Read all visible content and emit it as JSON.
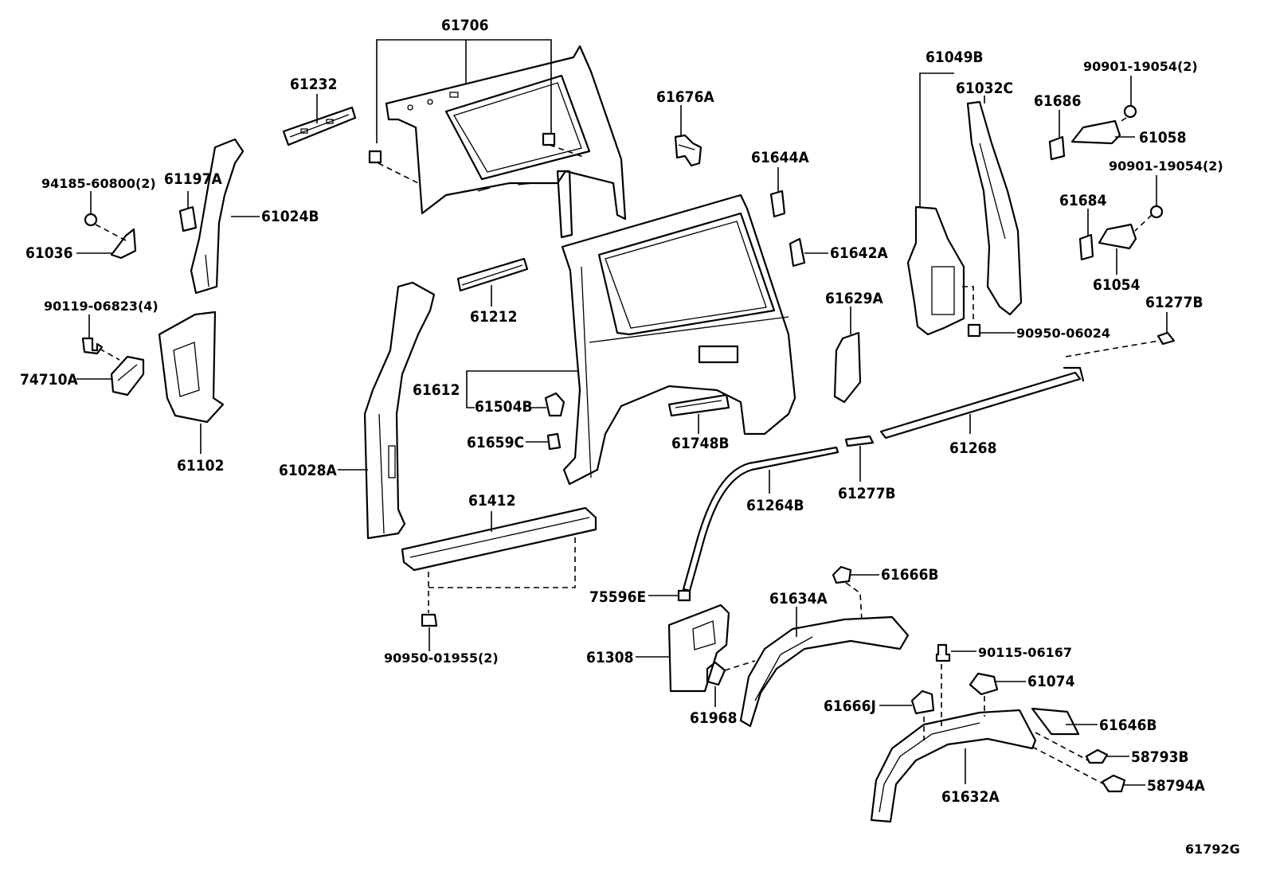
{
  "diagram_id": "61792G",
  "labels": {
    "p61706": "61706",
    "p61232": "61232",
    "p61676A": "61676A",
    "p61049B": "61049B",
    "p61032C": "61032C",
    "p61686": "61686",
    "p90901a": "90901-19054(2)",
    "p61058": "61058",
    "p90901b": "90901-19054(2)",
    "p61684": "61684",
    "p61054": "61054",
    "p61644A": "61644A",
    "p61642A": "61642A",
    "p61629A": "61629A",
    "p90950_06024": "90950-06024",
    "p61277B_top": "61277B",
    "p94185": "94185-60800(2)",
    "p61197A": "61197A",
    "p61024B": "61024B",
    "p61036": "61036",
    "p90119": "90119-06823(4)",
    "p74710A": "74710A",
    "p61102": "61102",
    "p61212": "61212",
    "p61612": "61612",
    "p61504B": "61504B",
    "p61659C": "61659C",
    "p61748B": "61748B",
    "p61028A": "61028A",
    "p61412": "61412",
    "p90950_01955": "90950-01955(2)",
    "p61268": "61268",
    "p61264B": "61264B",
    "p61277B_mid": "61277B",
    "p75596E": "75596E",
    "p61666B": "61666B",
    "p61634A": "61634A",
    "p61308": "61308",
    "p61968": "61968",
    "p90115": "90115-06167",
    "p61074": "61074",
    "p61666J": "61666J",
    "p61646B": "61646B",
    "p58793B": "58793B",
    "p58794A": "58794A",
    "p61632A": "61632A"
  }
}
